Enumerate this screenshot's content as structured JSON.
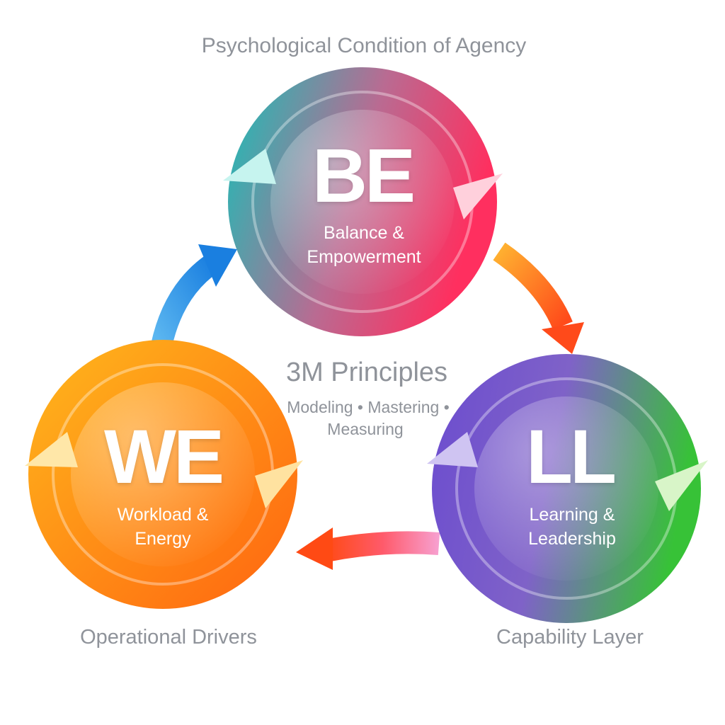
{
  "title": "Psychological Condition of Agency",
  "center": {
    "heading": "3M Principles",
    "line1": "Modeling • Mastering •",
    "line2": "Measuring"
  },
  "nodes": [
    {
      "abbr": "BE",
      "line1": "Balance &",
      "line2": "Empowerment"
    },
    {
      "abbr": "WE",
      "line1": "Workload &",
      "line2": "Energy",
      "caption": "Operational Drivers"
    },
    {
      "abbr": "LL",
      "line1": "Learning &",
      "line2": "Leadership",
      "caption": "Capability Layer"
    }
  ],
  "colors": {
    "be_start": "#16c0b8",
    "be_end": "#ff3d6e",
    "we_start": "#ffb21a",
    "we_end": "#ff6a10",
    "ll_start": "#6a4fd0",
    "ll_end": "#3cc23c",
    "text_gray": "#8f939a"
  }
}
